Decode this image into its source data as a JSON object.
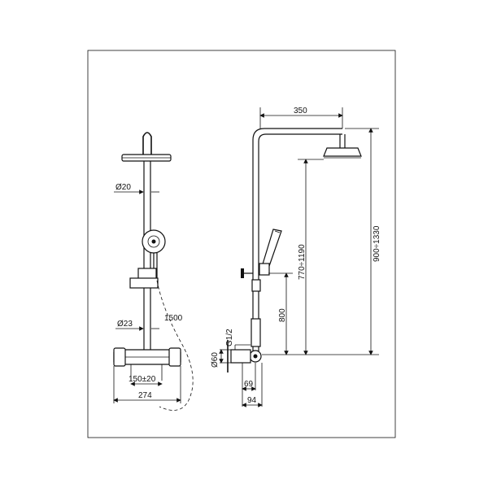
{
  "front_view": {
    "pipe_diameter": "Ø20",
    "lower_pipe_diameter": "Ø23",
    "hose_length": "1500",
    "inlet_spacing": "150±20",
    "mixer_width": "274"
  },
  "side_view": {
    "arm_reach": "350",
    "slide_bar_height": "770÷1190",
    "overall_height": "900÷1330",
    "inlet_height": "800",
    "connection_thread": "G1/2",
    "rosette_diameter": "Ø60",
    "wall_offset_small": "69",
    "wall_offset_large": "94"
  }
}
